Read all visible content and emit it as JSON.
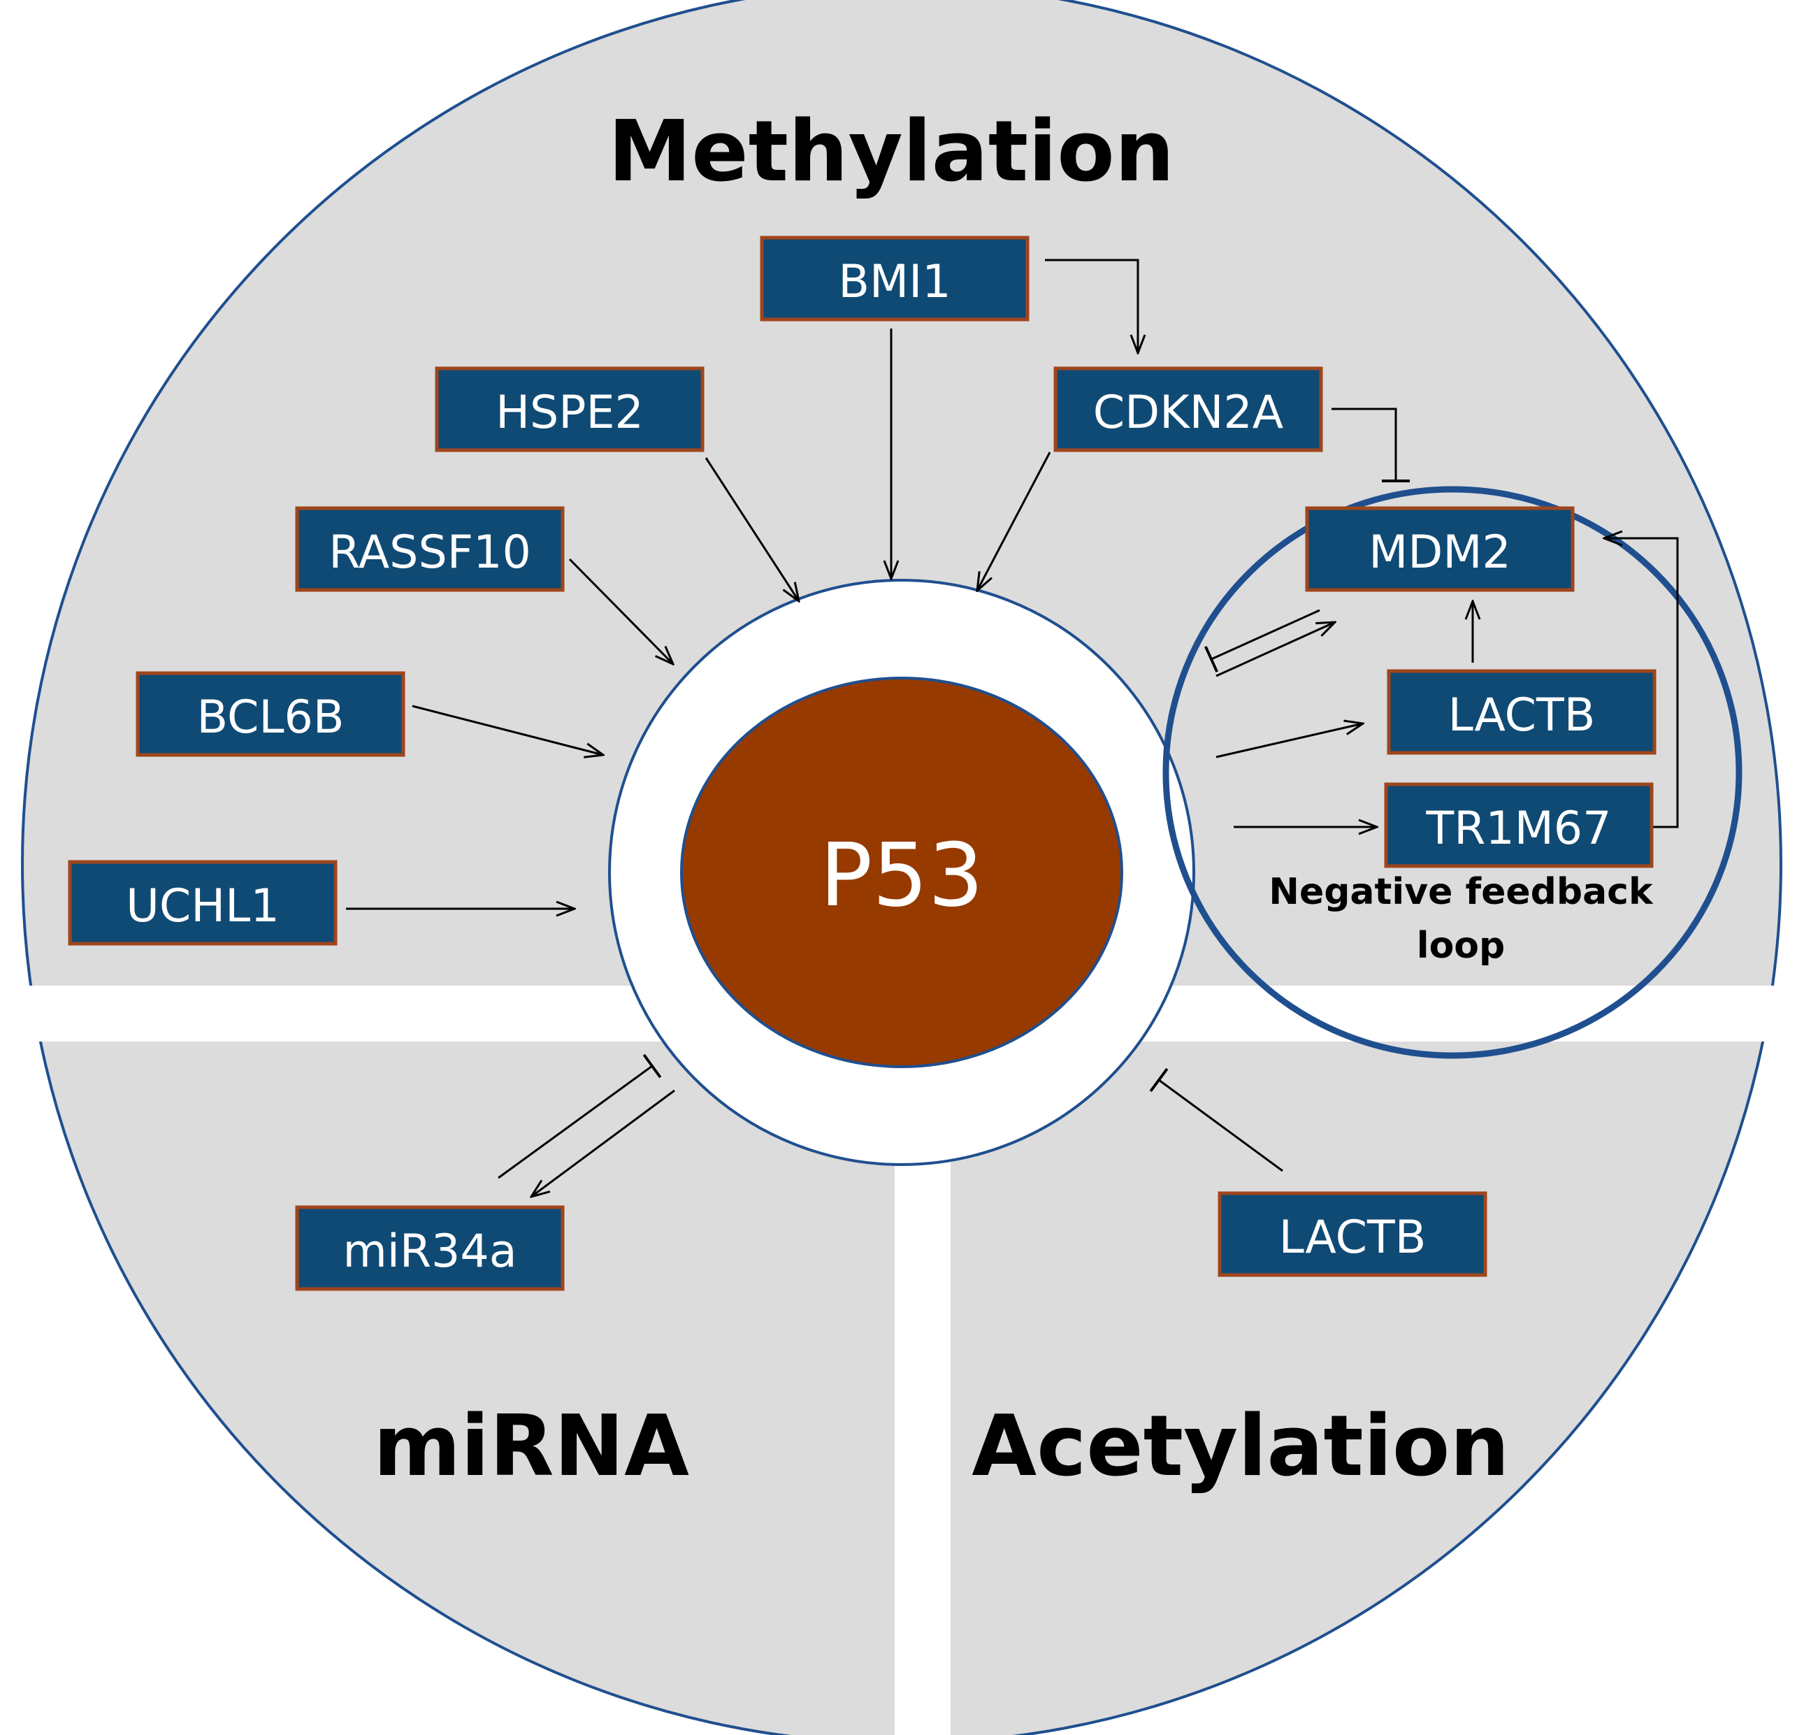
{
  "colors": {
    "sector_fill": "#dcdcdc",
    "outline": "#1f4f8f",
    "box_fill": "#0f4a74",
    "box_border": "#a0451c",
    "center_fill": "#963a00",
    "center_border": "#1f4f8f"
  },
  "sections": {
    "methylation": "Methylation",
    "mirna": "miRNA",
    "acetylation": "Acetylation"
  },
  "center": {
    "label": "P53"
  },
  "genes": {
    "bmi1": "BMI1",
    "hspe2": "HSPE2",
    "cdkn2a": "CDKN2A",
    "rassf10": "RASSF10",
    "bcl6b": "BCL6B",
    "uchl1": "UCHL1",
    "mdm2": "MDM2",
    "lactb_loop": "LACTB",
    "tr1m67": "TR1M67",
    "mir34a": "miR34a",
    "lactb_acetyl": "LACTB"
  },
  "feedback_loop": {
    "line1": "Negative feedback",
    "line2": "loop"
  }
}
